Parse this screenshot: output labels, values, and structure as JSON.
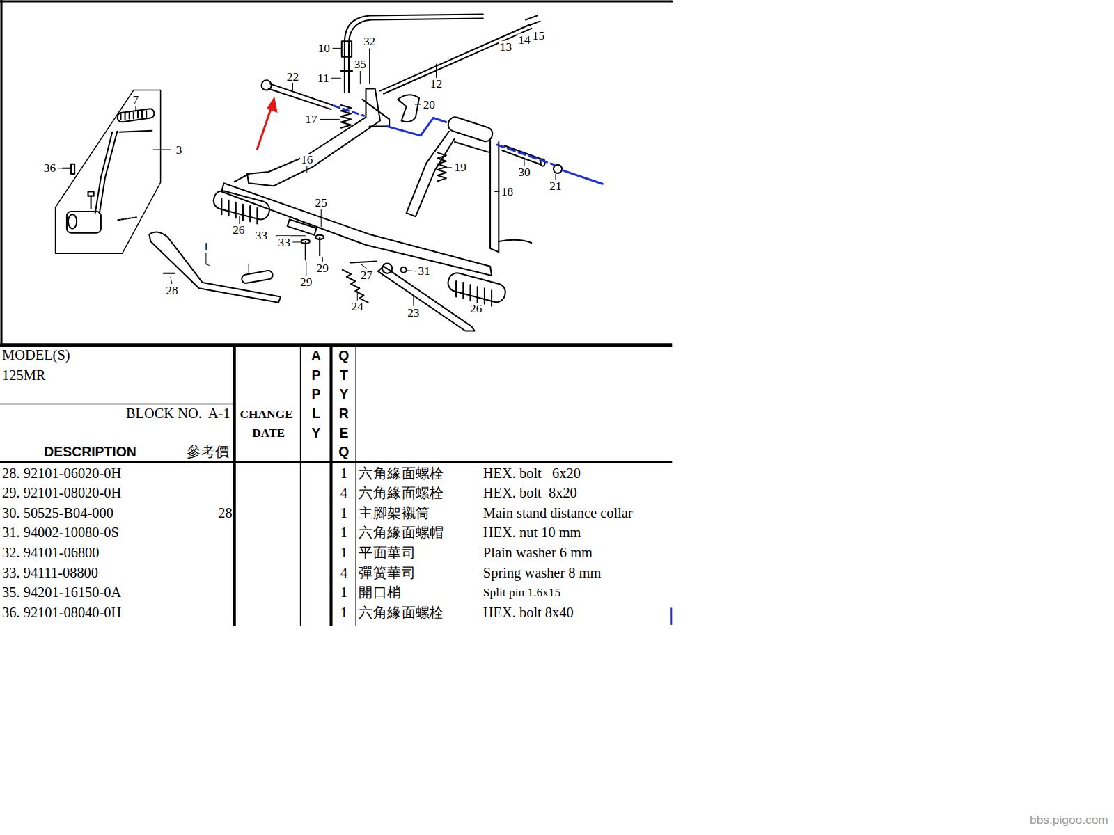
{
  "diagram": {
    "labels": [
      "10",
      "32",
      "13",
      "14",
      "15",
      "35",
      "22",
      "11",
      "12",
      "20",
      "17",
      "16",
      "19",
      "30",
      "21",
      "18",
      "7",
      "3",
      "36",
      "25",
      "26",
      "33",
      "33",
      "29",
      "29",
      "1",
      "28",
      "27",
      "31",
      "24",
      "23",
      "26",
      "MODEL(S)",
      "125MR",
      "BLOCK NO.  A-1",
      "CHANGE",
      "DATE",
      "APPLY",
      "QTYREQ",
      "DESCRIPTION",
      "參考價",
      "28. 92101-06020-0H",
      "1",
      "六角緣面螺栓",
      "HEX. bolt   6x20",
      "29. 92101-08020-0H",
      "4",
      "六角緣面螺栓",
      "HEX. bolt  8x20",
      "30. 50525-B04-000",
      "28",
      "1",
      "主腳架襯筒",
      "Main stand distance collar",
      "31. 94002-10080-0S",
      "1",
      "六角緣面螺帽",
      "HEX. nut 10 mm",
      "32. 94101-06800",
      "1",
      "平面華司",
      "Plain washer 6 mm",
      "33. 94111-08800",
      "4",
      "彈簧華司",
      "Spring washer 8 mm",
      "35. 94201-16150-0A",
      "1",
      "開口梢",
      "Split pin 1.6x15",
      "36. 92101-08040-0H",
      "1",
      "六角緣面螺栓",
      "HEX. bolt 8x40",
      "bbs.pigoo.com"
    ]
  }
}
